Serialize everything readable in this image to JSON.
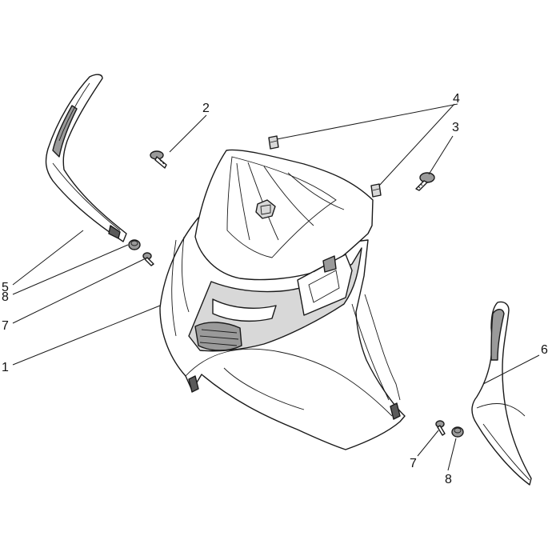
{
  "callouts": {
    "c1": "1",
    "c2": "2",
    "c3": "3",
    "c4": "4",
    "c5": "5",
    "c6": "6",
    "c7_left": "7",
    "c7_right": "7",
    "c8_left": "8",
    "c8_right": "8"
  }
}
